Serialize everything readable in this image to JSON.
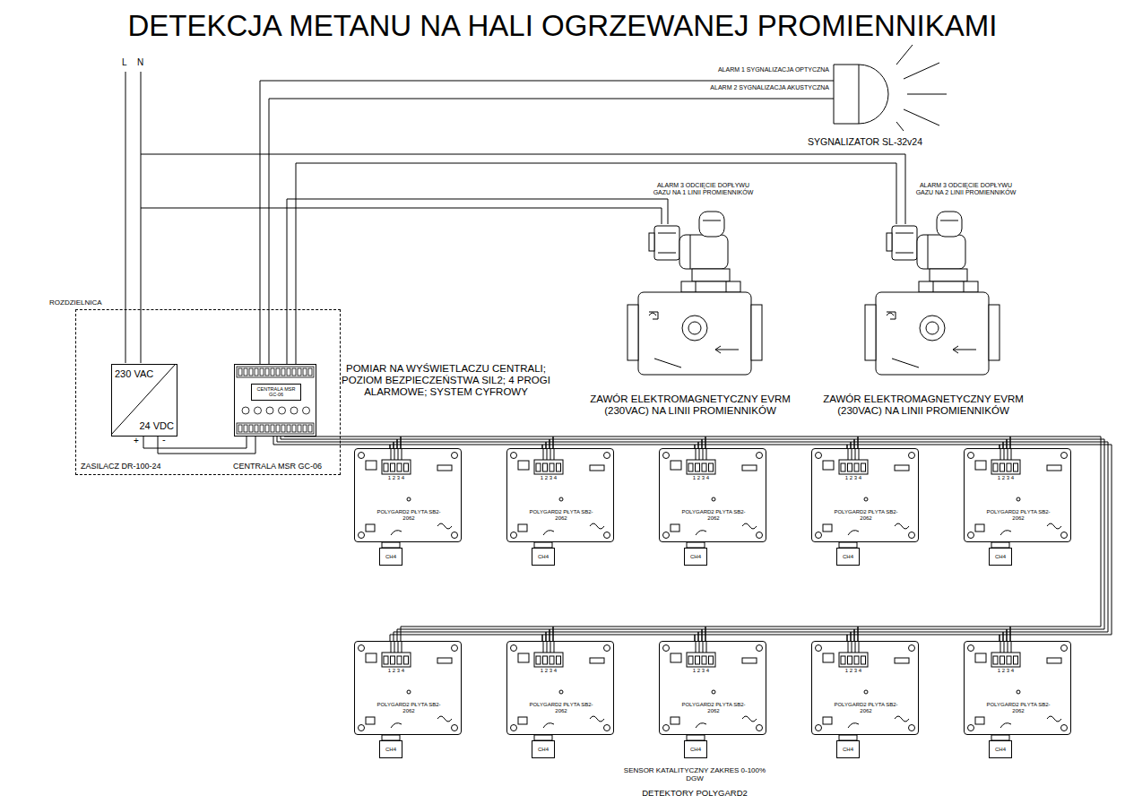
{
  "diagram": {
    "title": "DETEKCJA METANU NA HALI OGRZEWANEJ PROMIENNIKAMI",
    "nodes": [
      {
        "text": [
          "ROZDZIELNICA"
        ]
      },
      {
        "text": [
          "230 VAC",
          "24 VDC",
          "ZASILACZ DR-100-24"
        ],
        "in": 0
      },
      {
        "text": [
          "CENTRALA MSR GC-06",
          "CENTRALA MSR GC-06"
        ],
        "in": 0
      },
      {
        "text": [
          "SYGNALIZATOR SL-32v24"
        ]
      },
      {
        "text": [
          "ZAWÓR ELEKTROMAGNETYCZNY EVRM (230VAC) NA LINII PROMIENNIKÓW"
        ]
      },
      {
        "text": [
          "ZAWÓR ELEKTROMAGNETYCZNY EVRM (230VAC) NA LINII PROMIENNIKÓW"
        ]
      },
      {
        "text": [
          "1 2 3 4",
          "POLYGARD2 PŁYTA SB2-2062",
          "CH4"
        ]
      },
      {
        "text": [
          "1 2 3 4",
          "POLYGARD2 PŁYTA SB2-2062",
          "CH4"
        ]
      },
      {
        "text": [
          "1 2 3 4",
          "POLYGARD2 PŁYTA SB2-2062",
          "CH4"
        ]
      },
      {
        "text": [
          "1 2 3 4",
          "POLYGARD2 PŁYTA SB2-2062",
          "CH4"
        ]
      },
      {
        "text": [
          "1 2 3 4",
          "POLYGARD2 PŁYTA SB2-2062",
          "CH4"
        ]
      },
      {
        "text": [
          "1 2 3 4",
          "POLYGARD2 PŁYTA SB2-2062",
          "CH4"
        ]
      },
      {
        "text": [
          "1 2 3 4",
          "POLYGARD2 PŁYTA SB2-2062",
          "CH4"
        ]
      },
      {
        "text": [
          "1 2 3 4",
          "POLYGARD2 PŁYTA SB2-2062",
          "CH4"
        ]
      },
      {
        "text": [
          "1 2 3 4",
          "POLYGARD2 PŁYTA SB2-2062",
          "CH4"
        ]
      },
      {
        "text": [
          "1 2 3 4",
          "POLYGARD2 PŁYTA SB2-2062",
          "CH4"
        ]
      }
    ],
    "edges": [
      {
        "from": 2,
        "to": 3,
        "label": "ALARM 1 SYGNALIZACJA OPTYCZNA",
        "arrow": "none"
      },
      {
        "from": 2,
        "to": 3,
        "label": "ALARM 2 SYGNALIZACJA AKUSTYCZNA",
        "arrow": "none"
      },
      {
        "from": 2,
        "to": 4,
        "label": "ALARM 3 ODCIĘCIE DOPŁYWU GAZU NA 1 LINII PROMIENNIKÓW",
        "arrow": "none"
      },
      {
        "from": 2,
        "to": 5,
        "label": "ALARM 3 ODCIĘCIE DOPŁYWU GAZU NA 2 LINII PROMIENNIKÓW",
        "arrow": "none"
      },
      {
        "from": 1,
        "to": 2,
        "arrow": "none"
      },
      {
        "from": 2,
        "to": 6,
        "arrow": "none"
      },
      {
        "from": 6,
        "to": 7,
        "arrow": "none"
      },
      {
        "from": 7,
        "to": 8,
        "arrow": "none"
      },
      {
        "from": 8,
        "to": 9,
        "arrow": "none"
      },
      {
        "from": 9,
        "to": 10,
        "arrow": "none"
      },
      {
        "from": 10,
        "to": 15,
        "arrow": "none"
      },
      {
        "from": 15,
        "to": 14,
        "arrow": "none"
      },
      {
        "from": 14,
        "to": 13,
        "arrow": "none"
      },
      {
        "from": 13,
        "to": 12,
        "arrow": "none"
      },
      {
        "from": 12,
        "to": 11,
        "arrow": "none"
      }
    ],
    "labels": [
      "L",
      "N",
      "+",
      "-",
      "POMIAR NA WYŚWIETLACZU CENTRALI; POZIOM BEZPIECZEŃSTWA SIL2; 4 PROGI ALARMOWE; SYSTEM CYFROWY",
      "SENSOR KATALITYCZNY ZAKRES 0-100% DGW",
      "DETEKTORY POLYGARD2"
    ]
  }
}
